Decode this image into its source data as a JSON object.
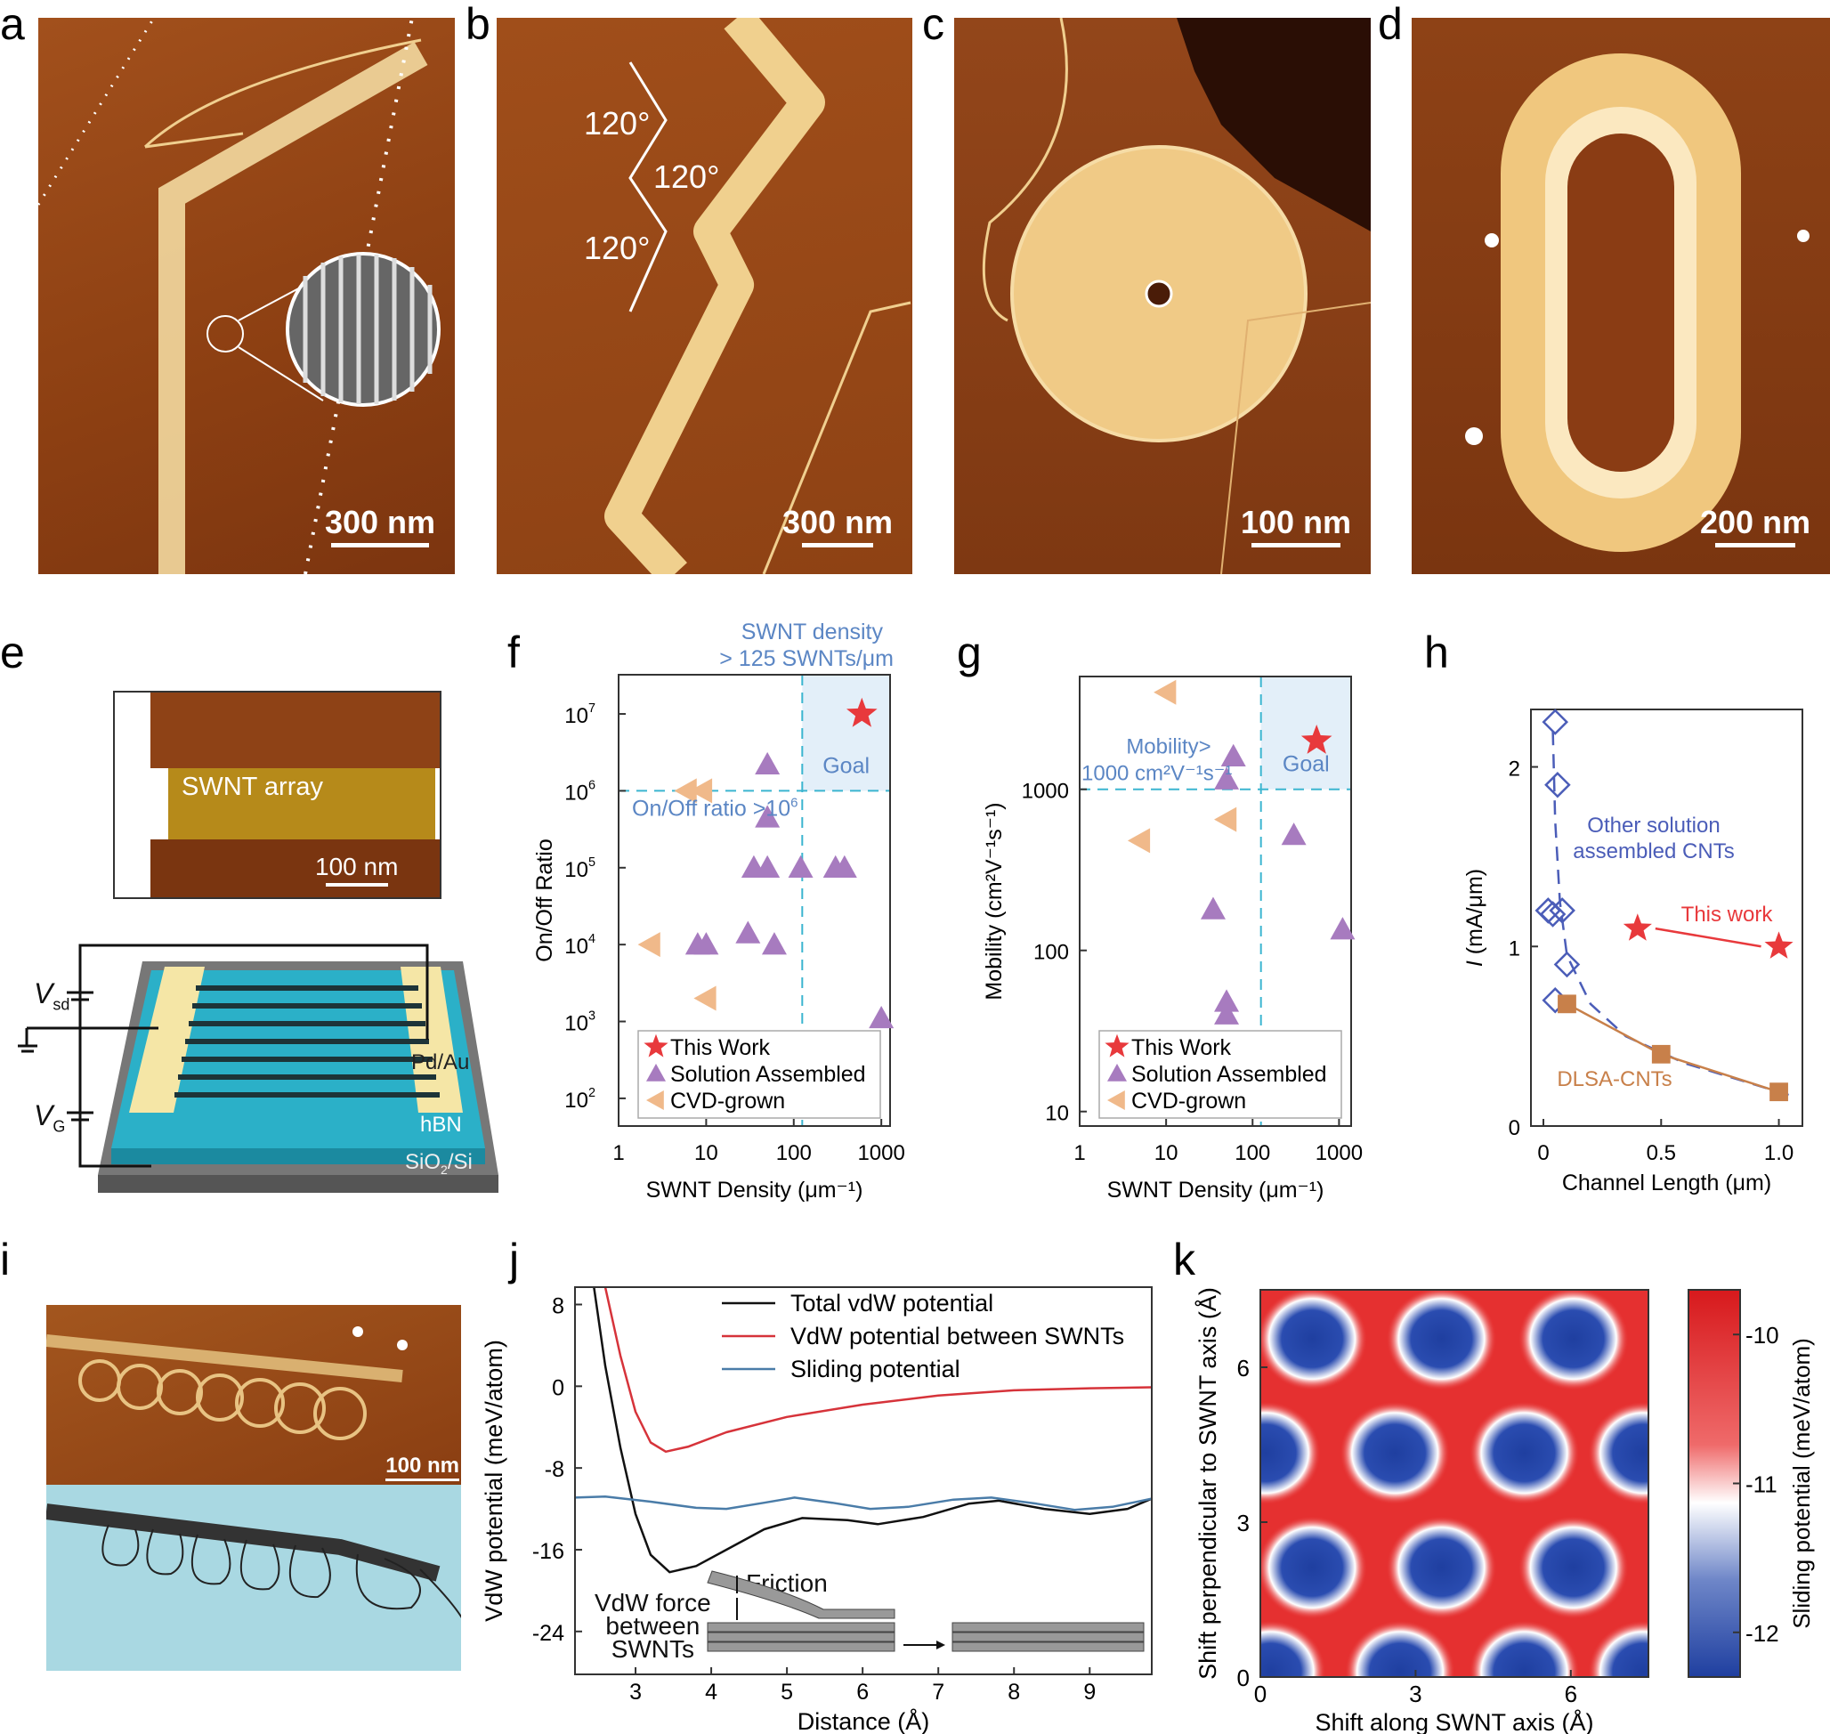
{
  "panels": {
    "a": {
      "label": "a",
      "scale": "300 nm"
    },
    "b": {
      "label": "b",
      "scale": "300 nm",
      "angles": [
        "120°",
        "120°",
        "120°"
      ]
    },
    "c": {
      "label": "c",
      "scale": "100 nm"
    },
    "d": {
      "label": "d",
      "scale": "200 nm"
    },
    "e": {
      "label": "e",
      "image_label": "SWNT array",
      "scale": "100 nm",
      "vsd": "V",
      "vsd_sub": "sd",
      "vg": "V",
      "vg_sub": "G",
      "electrode": "Pd/Au",
      "hbn": "hBN",
      "substrate": "SiO",
      "substrate_sub": "2",
      "substrate_tail": "/Si"
    },
    "f": {
      "label": "f"
    },
    "g": {
      "label": "g"
    },
    "h": {
      "label": "h"
    },
    "i": {
      "label": "i",
      "scale": "100 nm"
    },
    "j": {
      "label": "j",
      "inset": {
        "friction": "Friction",
        "vdw1": "VdW force",
        "vdw2": "between",
        "vdw3": "SWNTs"
      }
    },
    "k": {
      "label": "k"
    }
  },
  "colors": {
    "star": "#e8393c",
    "solution": "#a77bbf",
    "cvd": "#f0b98a",
    "goal": "#e3eff9",
    "annot": "#5b86c4",
    "dash": "#3bb5d0",
    "other": "#4b5db8",
    "dlsa": "#c8804a",
    "total": "#111111",
    "vdw": "#d6333a",
    "sliding": "#4a7ca8"
  },
  "chart_data": [
    {
      "id": "f",
      "type": "scatter",
      "xscale": "log",
      "yscale": "log",
      "xlabel": "SWNT Density (μm⁻¹)",
      "ylabel": "On/Off Ratio",
      "xticks": [
        {
          "v": 1,
          "t": "1"
        },
        {
          "v": 10,
          "t": "10"
        },
        {
          "v": 100,
          "t": "100"
        },
        {
          "v": 1000,
          "t": "1000"
        }
      ],
      "yticks": [
        {
          "v": 100,
          "t": "10",
          "s": "2"
        },
        {
          "v": 1000,
          "t": "10",
          "s": "3"
        },
        {
          "v": 10000,
          "t": "10",
          "s": "4"
        },
        {
          "v": 100000,
          "t": "10",
          "s": "5"
        },
        {
          "v": 1000000,
          "t": "10",
          "s": "6"
        },
        {
          "v": 10000000,
          "t": "10",
          "s": "7"
        }
      ],
      "threshold_x": 125,
      "threshold_y": 1000000,
      "annotations": {
        "top1": "SWNT density",
        "top2": "> 125 SWNTs/μm",
        "hline": "On/Off ratio >10",
        "hline_sup": "6",
        "goal": "Goal"
      },
      "legend": [
        "This Work",
        "Solution Assembled",
        "CVD-grown"
      ],
      "series": [
        {
          "name": "This Work",
          "marker": "star",
          "points": [
            [
              600,
              10000000
            ]
          ]
        },
        {
          "name": "Solution Assembled",
          "marker": "triangle",
          "points": [
            [
              50,
              2200000
            ],
            [
              50,
              450000
            ],
            [
              35,
              100000
            ],
            [
              50,
              100000
            ],
            [
              120,
              100000
            ],
            [
              300,
              100000
            ],
            [
              380,
              100000
            ],
            [
              8,
              10000
            ],
            [
              10,
              10000
            ],
            [
              30,
              14000
            ],
            [
              60,
              10000
            ],
            [
              1000,
              1100
            ]
          ]
        },
        {
          "name": "CVD-grown",
          "marker": "left-triangle",
          "points": [
            [
              6,
              1000000
            ],
            [
              9,
              1000000
            ],
            [
              2.3,
              10000
            ],
            [
              10,
              2000
            ]
          ]
        }
      ]
    },
    {
      "id": "g",
      "type": "scatter",
      "xscale": "log",
      "yscale": "log",
      "xlabel": "SWNT Density (μm⁻¹)",
      "ylabel": "Mobility (cm²V⁻¹s⁻¹)",
      "xticks": [
        {
          "v": 1,
          "t": "1"
        },
        {
          "v": 10,
          "t": "10"
        },
        {
          "v": 100,
          "t": "100"
        },
        {
          "v": 1000,
          "t": "1000"
        }
      ],
      "yticks": [
        {
          "v": 10,
          "t": "10"
        },
        {
          "v": 100,
          "t": "100"
        },
        {
          "v": 1000,
          "t": "1000"
        }
      ],
      "threshold_x": 125,
      "threshold_y": 1000,
      "annotations": {
        "m1": "Mobility>",
        "m2": "1000 cm²V⁻¹s⁻¹",
        "goal": "Goal"
      },
      "legend": [
        "This Work",
        "Solution Assembled",
        "CVD-grown"
      ],
      "series": [
        {
          "name": "This Work",
          "marker": "star",
          "points": [
            [
              550,
              2000
            ]
          ]
        },
        {
          "name": "Solution Assembled",
          "marker": "triangle",
          "points": [
            [
              60,
              1600
            ],
            [
              50,
              1150
            ],
            [
              300,
              520
            ],
            [
              35,
              180
            ],
            [
              1100,
              135
            ],
            [
              50,
              48
            ],
            [
              50,
              40
            ]
          ]
        },
        {
          "name": "CVD-grown",
          "marker": "left-triangle",
          "points": [
            [
              10,
              4000
            ],
            [
              50,
              650
            ],
            [
              5,
              480
            ]
          ]
        }
      ]
    },
    {
      "id": "h",
      "type": "scatter",
      "xscale": "linear",
      "yscale": "linear",
      "xlabel": "Channel Length (μm)",
      "ylabel": "I (mA/μm)",
      "ylabel_italic": "I",
      "ylabel_rest": " (mA/μm)",
      "xlim": [
        -0.053,
        1.1
      ],
      "ylim": [
        0,
        2.32
      ],
      "xticks": [
        {
          "v": 0,
          "t": "0"
        },
        {
          "v": 0.5,
          "t": "0.5"
        },
        {
          "v": 1.0,
          "t": "1.0"
        }
      ],
      "yticks": [
        {
          "v": 0,
          "t": "0"
        },
        {
          "v": 1,
          "t": "1"
        },
        {
          "v": 2,
          "t": "2"
        }
      ],
      "annotations": {
        "other1": "Other solution",
        "other2": "assembled CNTs",
        "this": "This work",
        "dlsa": "DLSA-CNTs"
      },
      "series": [
        {
          "name": "Other solution assembled CNTs",
          "marker": "diamond",
          "points": [
            [
              0.05,
              2.25
            ],
            [
              0.06,
              1.9
            ],
            [
              0.02,
              1.2
            ],
            [
              0.04,
              1.18
            ],
            [
              0.08,
              1.2
            ],
            [
              0.1,
              0.9
            ],
            [
              0.05,
              0.7
            ]
          ],
          "trend": [
            [
              0.04,
              2.2
            ],
            [
              0.05,
              1.7
            ],
            [
              0.07,
              1.25
            ],
            [
              0.1,
              0.95
            ],
            [
              0.2,
              0.68
            ],
            [
              0.35,
              0.5
            ],
            [
              0.6,
              0.35
            ],
            [
              1.05,
              0.17
            ]
          ]
        },
        {
          "name": "DLSA-CNTs",
          "marker": "square",
          "points": [
            [
              0.1,
              0.68
            ],
            [
              0.5,
              0.4
            ],
            [
              1.0,
              0.19
            ]
          ]
        },
        {
          "name": "This work",
          "marker": "star",
          "points": [
            [
              0.4,
              1.1
            ],
            [
              1.0,
              1.0
            ]
          ]
        }
      ]
    },
    {
      "id": "j",
      "type": "line",
      "xscale": "linear",
      "yscale": "linear",
      "xlabel": "Distance (Å)",
      "ylabel": "VdW potential (meV/atom)",
      "xlim": [
        2.2,
        9.82
      ],
      "ylim": [
        -28.2,
        9.7
      ],
      "xticks": [
        {
          "v": 3,
          "t": "3"
        },
        {
          "v": 4,
          "t": "4"
        },
        {
          "v": 5,
          "t": "5"
        },
        {
          "v": 6,
          "t": "6"
        },
        {
          "v": 7,
          "t": "7"
        },
        {
          "v": 8,
          "t": "8"
        },
        {
          "v": 9,
          "t": "9"
        }
      ],
      "yticks": [
        {
          "v": 8,
          "t": "8"
        },
        {
          "v": 0,
          "t": "0"
        },
        {
          "v": -8,
          "t": "-8"
        },
        {
          "v": -16,
          "t": "-16"
        },
        {
          "v": -24,
          "t": "-24"
        }
      ],
      "series": [
        {
          "name": "Total vdW potential",
          "color": "#111111",
          "points": [
            [
              2.45,
              9.7
            ],
            [
              2.6,
              2
            ],
            [
              2.8,
              -6
            ],
            [
              3.0,
              -12.5
            ],
            [
              3.2,
              -16.5
            ],
            [
              3.45,
              -18.2
            ],
            [
              3.8,
              -17.6
            ],
            [
              4.2,
              -16
            ],
            [
              4.7,
              -14
            ],
            [
              5.2,
              -12.9
            ],
            [
              5.8,
              -13.1
            ],
            [
              6.2,
              -13.5
            ],
            [
              6.8,
              -12.8
            ],
            [
              7.4,
              -11.5
            ],
            [
              7.8,
              -11.2
            ],
            [
              8.4,
              -12
            ],
            [
              9.0,
              -12.5
            ],
            [
              9.5,
              -12
            ],
            [
              9.82,
              -11
            ]
          ]
        },
        {
          "name": "VdW potential between SWNTs",
          "color": "#d6333a",
          "points": [
            [
              2.6,
              9.7
            ],
            [
              2.8,
              3
            ],
            [
              3.0,
              -2.5
            ],
            [
              3.2,
              -5.5
            ],
            [
              3.4,
              -6.4
            ],
            [
              3.7,
              -5.9
            ],
            [
              4.2,
              -4.5
            ],
            [
              5.0,
              -3
            ],
            [
              6.0,
              -1.8
            ],
            [
              7.0,
              -0.9
            ],
            [
              8.0,
              -0.4
            ],
            [
              9.0,
              -0.2
            ],
            [
              9.82,
              -0.1
            ]
          ]
        },
        {
          "name": "Sliding potential",
          "color": "#4a7ca8",
          "points": [
            [
              2.2,
              -10.9
            ],
            [
              2.6,
              -10.8
            ],
            [
              3.2,
              -11.3
            ],
            [
              3.8,
              -11.9
            ],
            [
              4.2,
              -12.0
            ],
            [
              4.7,
              -11.4
            ],
            [
              5.1,
              -10.9
            ],
            [
              5.6,
              -11.4
            ],
            [
              6.1,
              -12.0
            ],
            [
              6.6,
              -11.8
            ],
            [
              7.2,
              -11.1
            ],
            [
              7.7,
              -10.9
            ],
            [
              8.3,
              -11.5
            ],
            [
              8.8,
              -12.1
            ],
            [
              9.3,
              -11.8
            ],
            [
              9.82,
              -11.0
            ]
          ]
        }
      ]
    },
    {
      "id": "k",
      "type": "heatmap",
      "xlabel": "Shift along SWNT axis (Å)",
      "ylabel": "Shift perpendicular to SWNT axis (Å)",
      "colorbar_label": "Sliding potential (meV/atom)",
      "xlim": [
        0,
        7.5
      ],
      "ylim": [
        0,
        7.5
      ],
      "clim": [
        -12.3,
        -9.7
      ],
      "xticks": [
        {
          "v": 0,
          "t": "0"
        },
        {
          "v": 3,
          "t": "3"
        },
        {
          "v": 6,
          "t": "6"
        }
      ],
      "yticks": [
        {
          "v": 0,
          "t": "0"
        },
        {
          "v": 3,
          "t": "3"
        },
        {
          "v": 6,
          "t": "6"
        }
      ],
      "cticks": [
        {
          "v": -10,
          "t": "-10"
        },
        {
          "v": -11,
          "t": "-11"
        },
        {
          "v": -12,
          "t": "-12"
        }
      ],
      "minima_value": -12.2,
      "background_value": -9.9,
      "minima": [
        [
          1.0,
          6.55
        ],
        [
          3.5,
          6.55
        ],
        [
          6.05,
          6.55
        ],
        [
          0.1,
          4.34
        ],
        [
          2.6,
          4.34
        ],
        [
          5.1,
          4.34
        ],
        [
          7.4,
          4.34
        ],
        [
          1.0,
          2.12
        ],
        [
          3.5,
          2.12
        ],
        [
          6.05,
          2.12
        ],
        [
          0.2,
          0.1
        ],
        [
          2.7,
          0.1
        ],
        [
          5.1,
          0.1
        ],
        [
          7.4,
          0.1
        ]
      ]
    }
  ]
}
